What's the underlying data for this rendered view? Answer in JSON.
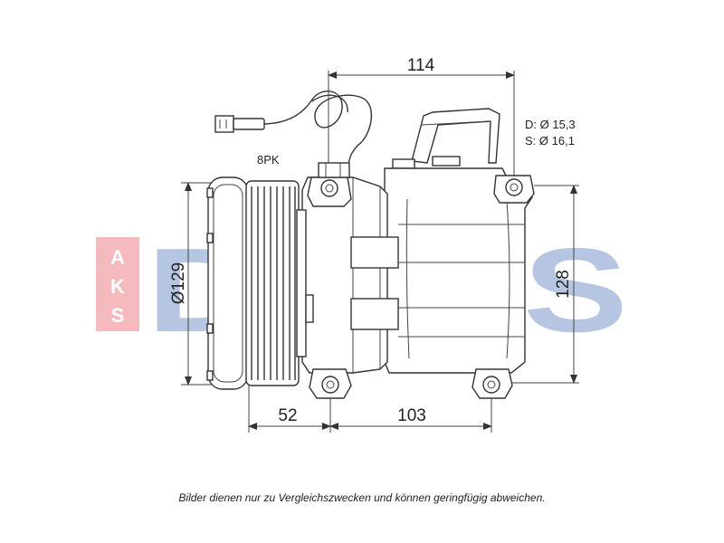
{
  "watermark": {
    "side_letters": [
      "A",
      "K",
      "S"
    ],
    "word": "DASIS",
    "colors": {
      "red": "#f2a3a8",
      "blue": "#9eb3d9"
    }
  },
  "dimensions": {
    "overall_width": "114",
    "pulley_diameter": "Ø129",
    "height": "128",
    "front_offset": "52",
    "mount_spacing": "103"
  },
  "labels": {
    "belt": "8PK",
    "discharge_port": "D: Ø 15,3",
    "suction_port": "S: Ø 16,1"
  },
  "caption": "Bilder dienen nur zu Vergleichszwecken und können geringfügig abweichen."
}
